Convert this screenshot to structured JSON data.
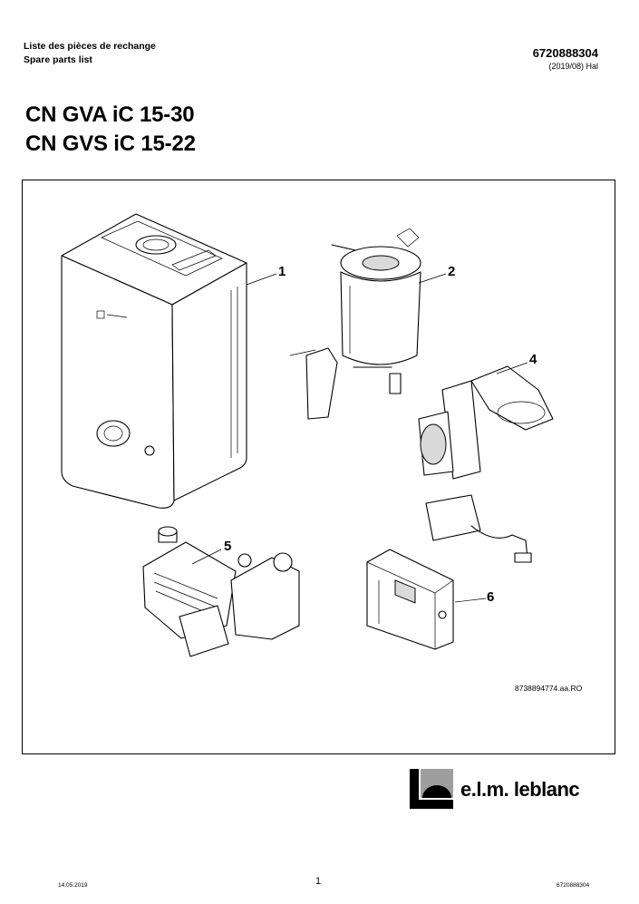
{
  "header": {
    "line_fr": "Liste des pièces de rechange",
    "line_en": "Spare parts list",
    "doc_number": "6720888304",
    "doc_date": "(2019/08) Hal"
  },
  "title": {
    "line1": "CN GVA iC 15-30",
    "line2": "CN GVS iC 15-22"
  },
  "drawing": {
    "callouts": [
      "1",
      "2",
      "4",
      "5",
      "6"
    ],
    "reference": "8738894774.aa.RO"
  },
  "brand": {
    "name": "e.l.m. leblanc",
    "colors": {
      "logo_dark": "#000000",
      "logo_grey": "#9e9e9e"
    }
  },
  "footer": {
    "date": "14.05.2019",
    "page": "1",
    "doc_number": "6720888304"
  }
}
